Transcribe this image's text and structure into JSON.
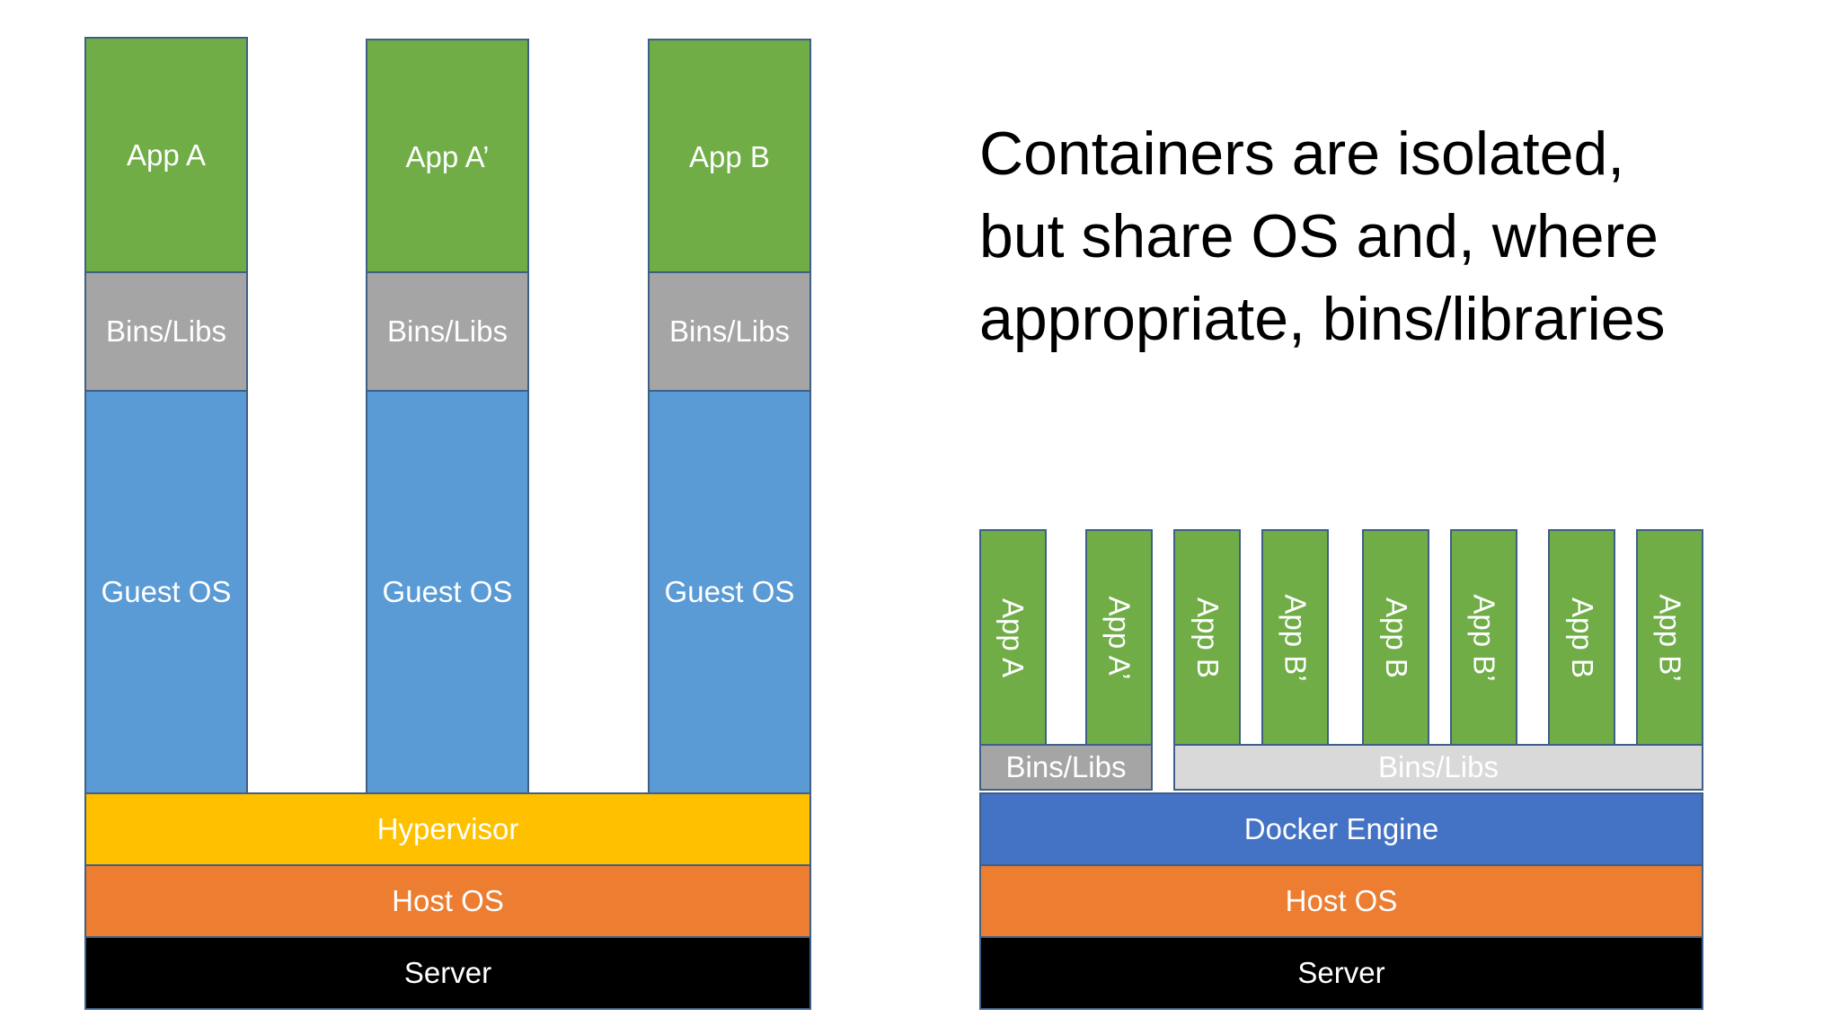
{
  "vm_stack": {
    "columns": [
      {
        "app": "App A",
        "bins": "Bins/Libs",
        "guest": "Guest OS"
      },
      {
        "app": "App A’",
        "bins": "Bins/Libs",
        "guest": "Guest OS"
      },
      {
        "app": "App B",
        "bins": "Bins/Libs",
        "guest": "Guest OS"
      }
    ],
    "hypervisor": "Hypervisor",
    "host_os": "Host OS",
    "server": "Server"
  },
  "container_stack": {
    "apps": [
      "App A",
      "App A’",
      "App B",
      "App B’",
      "App B",
      "App B’",
      "App B",
      "App B’"
    ],
    "bins_left": "Bins/Libs",
    "bins_right": "Bins/Libs",
    "docker_engine": "Docker Engine",
    "host_os": "Host OS",
    "server": "Server"
  },
  "headline": {
    "line1": "Containers are isolated,",
    "line2": "but share OS and, where",
    "line3": "appropriate, bins/libraries"
  },
  "colors": {
    "app": "#70ad47",
    "bins": "#a5a5a5",
    "bins_shared": "#d9d9d9",
    "guest_os": "#5b9bd5",
    "hypervisor": "#ffc000",
    "host_os": "#ed7d31",
    "server": "#000000",
    "docker_engine": "#4472c4"
  }
}
